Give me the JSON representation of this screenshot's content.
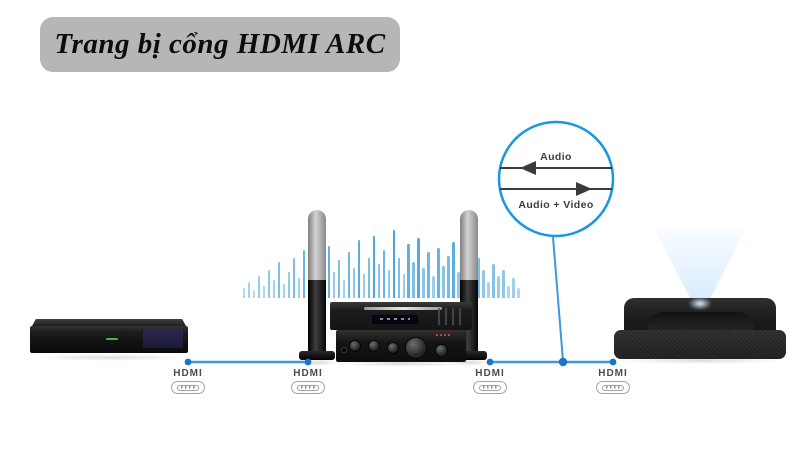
{
  "title": {
    "label": "Trang bị cổng HDMI ARC"
  },
  "flow_diagram": {
    "audio_label": "Audio",
    "audio_video_label": "Audio + Video"
  },
  "ports": [
    {
      "label": "HDMI"
    },
    {
      "label": "HDMI"
    },
    {
      "label": "HDMI"
    },
    {
      "label": "HDMI"
    }
  ],
  "icons": {
    "hdmi_plug": "hdmi-connector-outline",
    "arrow_left": "left-arrowhead",
    "arrow_right": "right-arrowhead"
  },
  "colors": {
    "banner_bg": "#b6b6b6",
    "banner_text": "#0c0c0c",
    "connection_line": "#3f97e0",
    "connection_dot": "#1e74c8",
    "circle_stroke": "#1b96e3",
    "arrow_line": "#3b3b3b",
    "hdmi_label": "#4c4c4c",
    "equalizer_blue": "#2994d5"
  },
  "equalizer": {
    "max": 68,
    "heights": [
      10,
      16,
      8,
      22,
      12,
      28,
      18,
      36,
      14,
      26,
      40,
      20,
      48,
      30,
      22,
      44,
      34,
      52,
      26,
      38,
      18,
      46,
      30,
      58,
      24,
      40,
      62,
      34,
      48,
      28,
      68,
      40,
      24,
      54,
      36,
      60,
      30,
      46,
      22,
      50,
      32,
      42,
      56,
      26,
      36,
      48,
      20,
      40,
      28,
      16,
      34,
      22,
      28,
      12,
      20,
      10
    ]
  }
}
